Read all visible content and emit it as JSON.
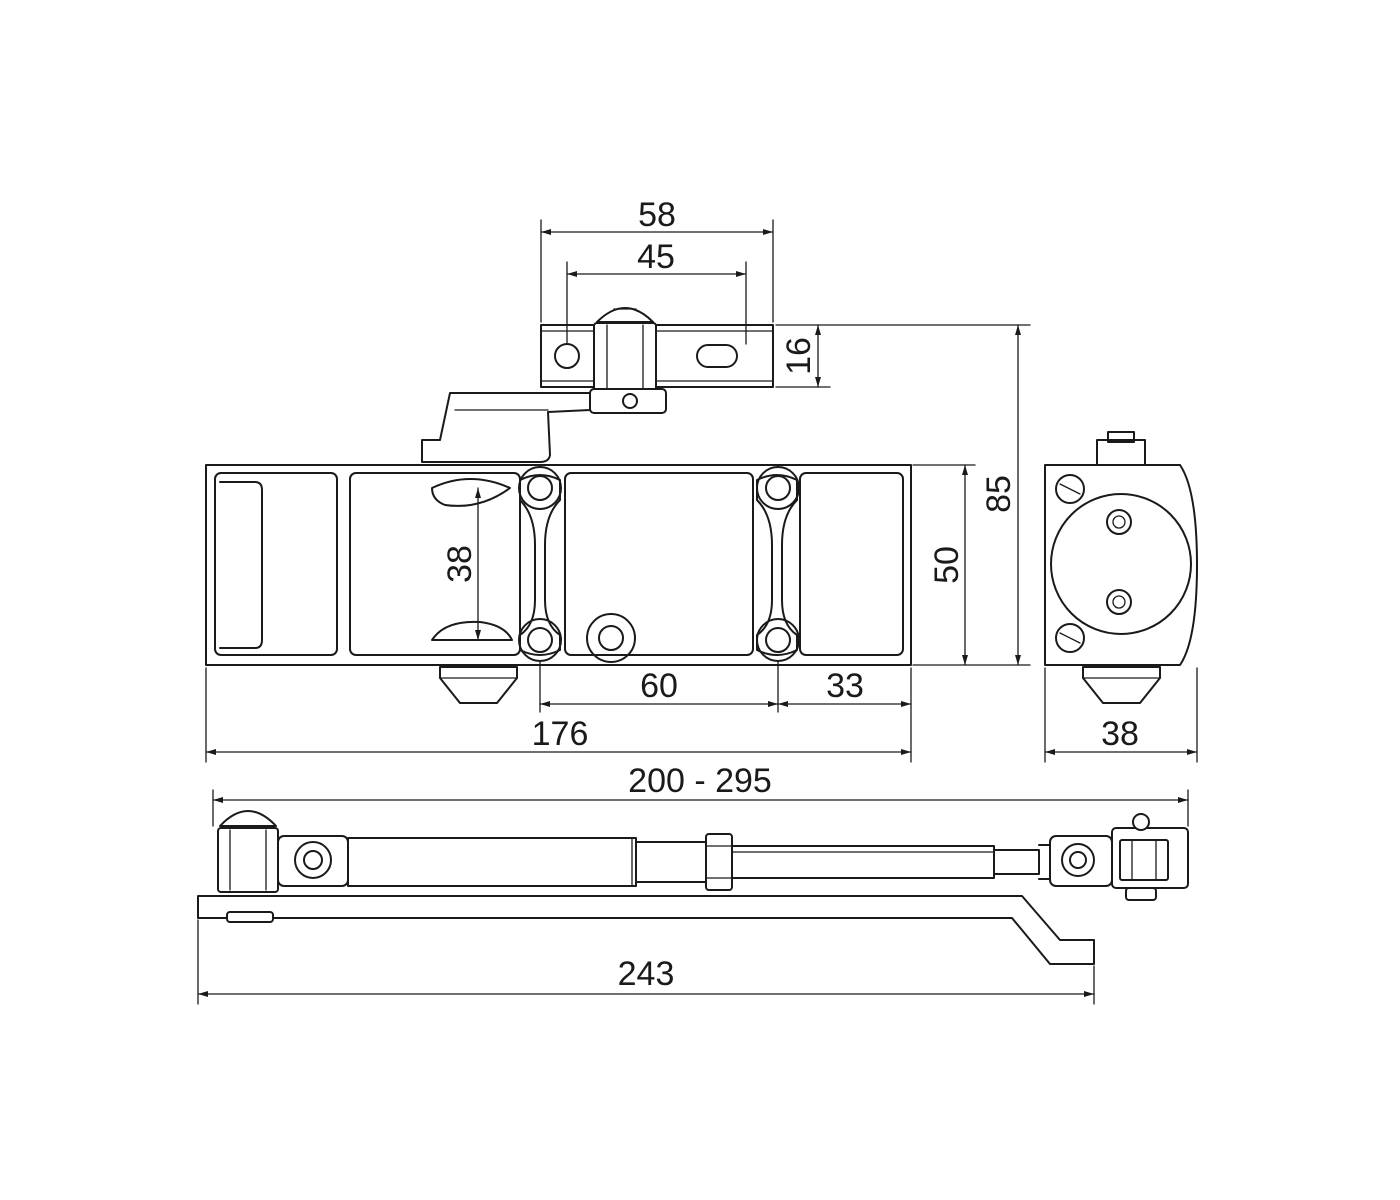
{
  "colors": {
    "line": "#1a1a1a",
    "background": "#ffffff"
  },
  "dimensions": {
    "bracket_width": "58",
    "slot_spacing": "45",
    "bracket_height": "16",
    "overall_height": "85",
    "body_height": "50",
    "hole_vertical_spacing": "38",
    "hole_horizontal_spacing": "60",
    "hole_to_end": "33",
    "body_length_inner": "176",
    "body_length_range": "200 - 295",
    "side_width": "38",
    "arm_length": "243"
  }
}
